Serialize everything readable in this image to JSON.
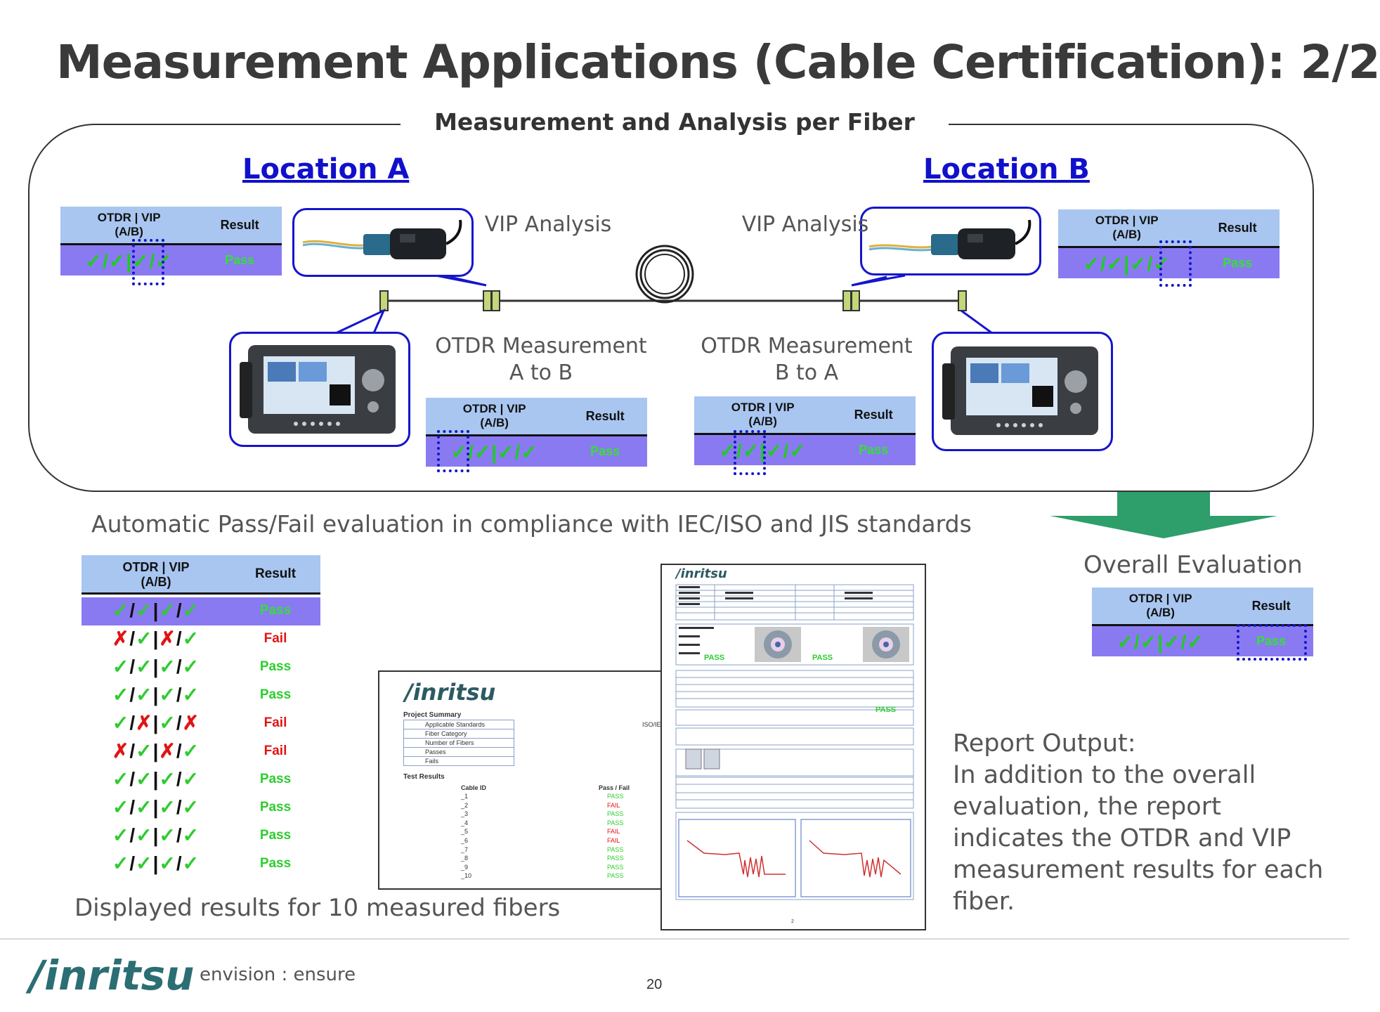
{
  "title": "Measurement Applications (Cable Certification): 2/2",
  "frame_caption": "Measurement and Analysis per Fiber",
  "location_a": "Location A",
  "location_b": "Location B",
  "vip_analysis": "VIP Analysis",
  "otdr_a_to_b": [
    "OTDR Measurement",
    "A to B"
  ],
  "otdr_b_to_a": [
    "OTDR Measurement",
    "B to A"
  ],
  "table_head": {
    "col1_line1": "OTDR | VIP",
    "col1_line2": "(A/B)",
    "col2": "Result"
  },
  "pass_row": {
    "marks": "✓/✓|✓/✓",
    "result": "Pass"
  },
  "auto_eval": "Automatic Pass/Fail evaluation in compliance with IEC/ISO and JIS standards",
  "fiber_results": [
    {
      "marks": [
        "ok",
        "ok",
        "ok",
        "ok"
      ],
      "result": "Pass"
    },
    {
      "marks": [
        "ng",
        "ok",
        "ng",
        "ok"
      ],
      "result": "Fail"
    },
    {
      "marks": [
        "ok",
        "ok",
        "ok",
        "ok"
      ],
      "result": "Pass"
    },
    {
      "marks": [
        "ok",
        "ok",
        "ok",
        "ok"
      ],
      "result": "Pass"
    },
    {
      "marks": [
        "ok",
        "ng",
        "ok",
        "ng"
      ],
      "result": "Fail"
    },
    {
      "marks": [
        "ng",
        "ok",
        "ng",
        "ok"
      ],
      "result": "Fail"
    },
    {
      "marks": [
        "ok",
        "ok",
        "ok",
        "ok"
      ],
      "result": "Pass"
    },
    {
      "marks": [
        "ok",
        "ok",
        "ok",
        "ok"
      ],
      "result": "Pass"
    },
    {
      "marks": [
        "ok",
        "ok",
        "ok",
        "ok"
      ],
      "result": "Pass"
    },
    {
      "marks": [
        "ok",
        "ok",
        "ok",
        "ok"
      ],
      "result": "Pass"
    }
  ],
  "displayed_results": "Displayed results for 10 measured fibers",
  "overall_eval": "Overall Evaluation",
  "report_output": [
    "Report Output:",
    "In addition to the overall",
    "evaluation, the report",
    "indicates the OTDR and VIP",
    "measurement results for each",
    "fiber."
  ],
  "report1": {
    "brand": "/inritsu",
    "project_summary": "Project Summary",
    "summary_rows": [
      "Applicable Standards",
      "Fiber Category",
      "Number of Fibers",
      "Passes",
      "Fails"
    ],
    "summary_value": "ISO/IE",
    "test_results": "Test Results",
    "cable_id_head": "Cable ID",
    "pass_fail_head": "Pass / Fail",
    "cable_ids": [
      "_1",
      "_2",
      "_3",
      "_4",
      "_5",
      "_6",
      "_7",
      "_8",
      "_9",
      "_10"
    ],
    "pass_fail": [
      "PASS",
      "FAIL",
      "PASS",
      "PASS",
      "FAIL",
      "FAIL",
      "PASS",
      "PASS",
      "PASS",
      "PASS"
    ]
  },
  "report2": {
    "brand": "/inritsu",
    "pass1": "PASS",
    "pass2": "PASS",
    "pass3": "PASS",
    "page_no": "2"
  },
  "footer": {
    "brand": "/inritsu",
    "tagline": "envision : ensure",
    "page_number": "20"
  },
  "colors": {
    "accent_blue": "#1515cc",
    "table_head": "#a8c6f0",
    "table_row": "#8a7af2",
    "pass_green": "#2ecc2e",
    "fail_red": "#e01515",
    "arrow_green": "#2e9e6a"
  }
}
